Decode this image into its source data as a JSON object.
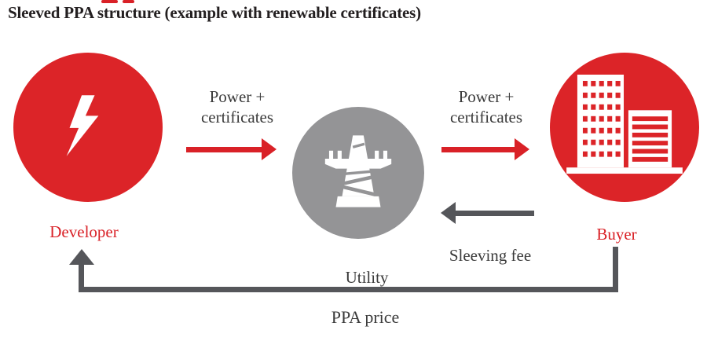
{
  "title": "Sleeved PPA structure (example with renewable certificates)",
  "colors": {
    "node_red": "#dc2428",
    "node_gray": "#949496",
    "arrow_red": "#d92127",
    "arrow_dark_gray": "#55565a",
    "label_dark": "#3a3a3a",
    "title_black": "#231f20"
  },
  "nodes": {
    "developer": {
      "label": "Developer",
      "icon": "lightning-bolt-icon"
    },
    "utility": {
      "label": "Utility",
      "icon": "transmission-tower-icon"
    },
    "buyer": {
      "label": "Buyer",
      "icon": "office-buildings-icon"
    }
  },
  "flows": {
    "developer_to_utility": {
      "line1": "Power +",
      "line2": "certificates",
      "direction": "right",
      "color": "red"
    },
    "utility_to_buyer": {
      "line1": "Power +",
      "line2": "certificates",
      "direction": "right",
      "color": "red"
    },
    "buyer_to_utility": {
      "label": "Sleeving fee",
      "direction": "left",
      "color": "dark-gray"
    },
    "buyer_to_developer": {
      "label": "PPA price",
      "direction": "down-left-up",
      "color": "dark-gray"
    }
  }
}
